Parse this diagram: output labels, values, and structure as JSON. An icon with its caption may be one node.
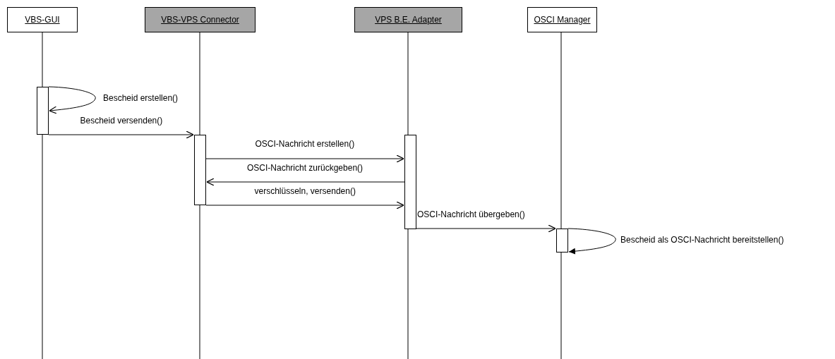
{
  "diagram": {
    "nodes": [
      {
        "text": [
          "VBS-GUI"
        ]
      },
      {
        "text": [
          "VBS-VPS Connector"
        ]
      },
      {
        "text": [
          "VPS B.E. Adapter"
        ]
      },
      {
        "text": [
          "OSCI Manager"
        ]
      },
      {
        "text": [],
        "shape": "bar"
      },
      {
        "text": [],
        "shape": "bar"
      },
      {
        "text": [],
        "shape": "bar"
      },
      {
        "text": [],
        "shape": "bar"
      }
    ],
    "edges": [
      {
        "from": 4,
        "to": 4,
        "arrow": "to",
        "label": "Bescheid erstellen()"
      },
      {
        "from": 4,
        "to": 5,
        "arrow": "to",
        "label": "Bescheid versenden()"
      },
      {
        "from": 5,
        "to": 6,
        "arrow": "to",
        "label": "OSCI-Nachricht erstellen()"
      },
      {
        "from": 6,
        "to": 5,
        "arrow": "to",
        "label": "OSCI-Nachricht zurückgeben()"
      },
      {
        "from": 5,
        "to": 6,
        "arrow": "to",
        "label": "verschlüsseln, versenden()"
      },
      {
        "from": 6,
        "to": 7,
        "arrow": "to",
        "label": "OSCI-Nachricht übergeben()"
      },
      {
        "from": 7,
        "to": 7,
        "arrow": "to",
        "label": "Bescheid als OSCI-Nachricht bereitstellen()"
      }
    ]
  }
}
